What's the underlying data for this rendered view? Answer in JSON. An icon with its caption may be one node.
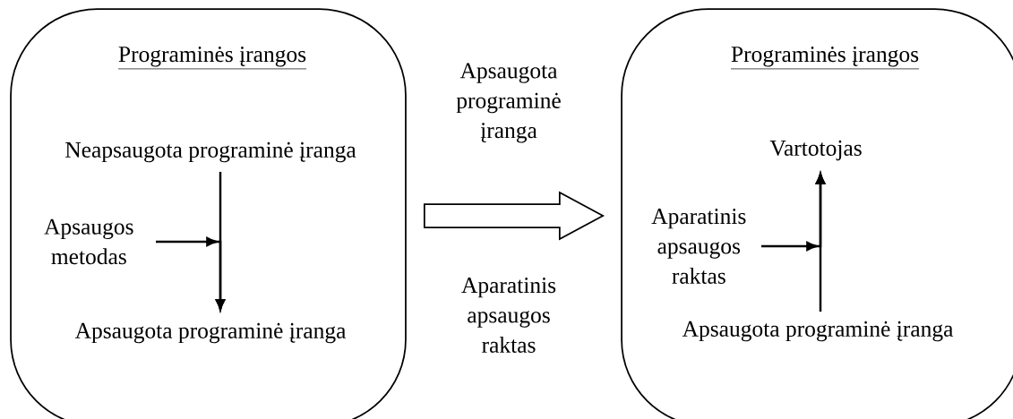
{
  "diagram": {
    "nodes": [
      {
        "text": [
          "Programinės įrangos"
        ]
      },
      {
        "text": [
          "Neapsaugota programinė įranga"
        ],
        "in": 0
      },
      {
        "text": [
          "Apsaugos metodas"
        ],
        "in": 0
      },
      {
        "text": [
          "Apsaugota programinė įranga"
        ],
        "in": 0
      },
      {
        "text": [
          "Programinės įrangos"
        ]
      },
      {
        "text": [
          "Vartotojas"
        ],
        "in": 4
      },
      {
        "text": [
          "Aparatinis apsaugos raktas"
        ],
        "in": 4
      },
      {
        "text": [
          "Apsaugota programinė įranga"
        ],
        "in": 4
      }
    ],
    "edges": [
      {
        "from": 1,
        "to": 3,
        "arrow": "to"
      },
      {
        "from": 2,
        "to": 3,
        "arrow": "to"
      },
      {
        "from": 7,
        "to": 5,
        "arrow": "to"
      },
      {
        "from": 6,
        "to": 5,
        "arrow": "to"
      },
      {
        "from": 0,
        "to": 4,
        "arrow": "to",
        "label": "Apsaugota programinė įranga"
      }
    ],
    "labels": [
      "Aparatinis apsaugos raktas"
    ]
  }
}
